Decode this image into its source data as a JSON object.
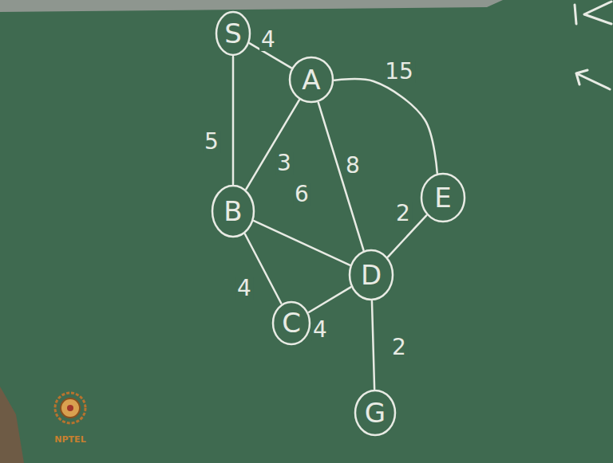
{
  "diagram": {
    "nodes": [
      {
        "text": [
          "S"
        ]
      },
      {
        "text": [
          "A"
        ]
      },
      {
        "text": [
          "E"
        ]
      },
      {
        "text": [
          "B"
        ]
      },
      {
        "text": [
          "D"
        ]
      },
      {
        "text": [
          "C"
        ]
      },
      {
        "text": [
          "G"
        ]
      }
    ],
    "edges": [
      {
        "from": 0,
        "to": 1,
        "arrow": "none",
        "label": "4"
      },
      {
        "from": 0,
        "to": 3,
        "arrow": "none",
        "label": "5"
      },
      {
        "from": 1,
        "to": 3,
        "arrow": "none",
        "label": "3"
      },
      {
        "from": 1,
        "to": 4,
        "arrow": "none",
        "label": "8"
      },
      {
        "from": 1,
        "to": 2,
        "arrow": "none",
        "label": "15"
      },
      {
        "from": 3,
        "to": 4,
        "arrow": "none",
        "label": "6"
      },
      {
        "from": 4,
        "to": 2,
        "arrow": "none",
        "label": "2"
      },
      {
        "from": 3,
        "to": 5,
        "arrow": "none",
        "label": "4"
      },
      {
        "from": 5,
        "to": 4,
        "arrow": "none",
        "label": "4"
      },
      {
        "from": 4,
        "to": 6,
        "arrow": "none",
        "label": "2"
      }
    ],
    "labels": [
      "NPTEL"
    ]
  }
}
